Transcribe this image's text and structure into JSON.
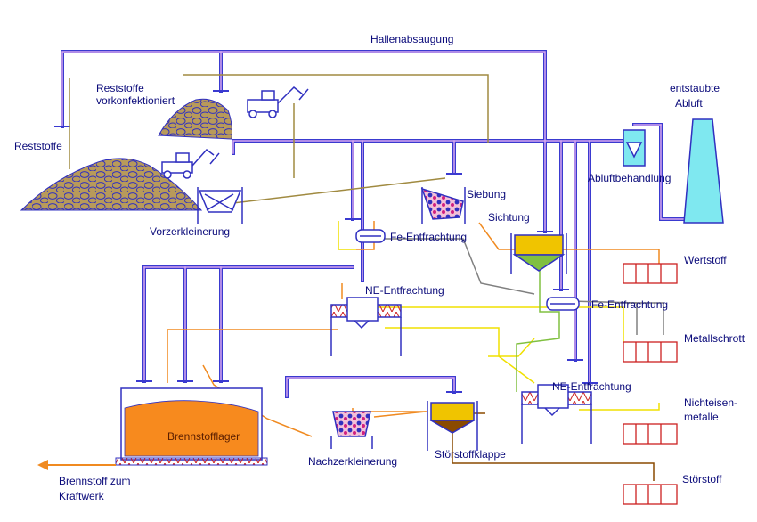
{
  "labels": {
    "hallenabsaugung": "Hallenabsaugung",
    "reststoffe_vork_line1": "Reststoffe",
    "reststoffe_vork_line2": "vorkonfektioniert",
    "reststoffe": "Reststoffe",
    "entstaubte_line1": "entstaubte",
    "entstaubte_line2": "Abluft",
    "abluftbehandlung": "Abluftbehandlung",
    "siebung": "Siebung",
    "sichtung": "Sichtung",
    "vorzerkleinerung": "Vorzerkleinerung",
    "fe_entfrachtung_1": "Fe-Entfrachtung",
    "fe_entfrachtung_2": "Fe-Entfrachtung",
    "wertstoff": "Wertstoff",
    "ne_entfrachtung_1": "NE-Entfrachtung",
    "ne_entfrachtung_2": "NE-Entfrachtung",
    "metallschrott": "Metallschrott",
    "nichteisen_line1": "Nichteisen-",
    "nichteisen_line2": "metalle",
    "brennstofflager": "Brennstofflager",
    "nachzerkleinerung": "Nachzerkleinerung",
    "stoerstoffklappe": "Störstoffklappe",
    "stoerstoff": "Störstoff",
    "brennstoff_line1": "Brennstoff zum",
    "brennstoff_line2": "Kraftwerk"
  },
  "colors": {
    "duct": "#3a3ad0",
    "duct_inner": "#c8a0e6",
    "material_olive": "#a08a40",
    "line_yellow": "#f0e000",
    "line_orange": "#f08a20",
    "line_gray": "#808080",
    "line_green": "#80c040",
    "line_brown": "#8a4a00",
    "pile_fill": "#b89a5a",
    "pile_stone": "#3030c0",
    "store_fill": "#f78a1e",
    "chimney": "#7fe8f0",
    "container_red": "#cc2020",
    "label_text": "#0a0a7a"
  }
}
